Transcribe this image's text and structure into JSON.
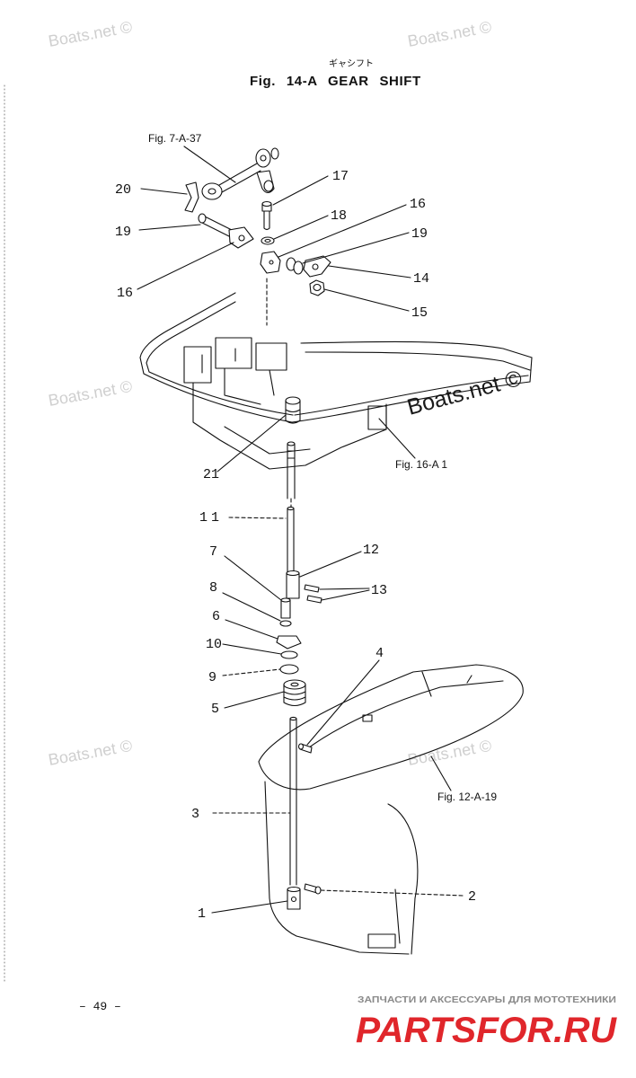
{
  "header": {
    "katakana": "ギャシフト",
    "title": "Fig. 14-A GEAR SHIFT"
  },
  "watermark": {
    "text": "Boats.net ©"
  },
  "references": {
    "fig_7_a_37": "Fig. 7-A-37",
    "fig_16_a_1": "Fig. 16-A 1",
    "fig_12_a_19": "Fig. 12-A-19"
  },
  "callouts": {
    "p20": "20",
    "p19_left": "19",
    "p16_left": "16",
    "p17": "17",
    "p18": "18",
    "p16_right": "16",
    "p19_right": "19",
    "p14": "14",
    "p15": "15",
    "p21": "21",
    "p11": "11",
    "p7": "7",
    "p12": "12",
    "p13": "13",
    "p8": "8",
    "p6": "6",
    "p10": "10",
    "p9": "9",
    "p4": "4",
    "p5": "5",
    "p3": "3",
    "p2": "2",
    "p1": "1"
  },
  "page_number": "– 49 –",
  "footer": {
    "tagline": "ЗАПЧАСТИ И АКСЕССУАРЫ ДЛЯ МОТОТЕХНИКИ",
    "logo": "PARTSFOR.RU"
  },
  "colors": {
    "line_art": "#111111",
    "watermark_light": "#cfcfcf",
    "watermark_dark": "#1a1a1a",
    "logo_red": "#e0262b",
    "tagline_grey": "#8a8a8a",
    "margin_rule": "#888888"
  }
}
